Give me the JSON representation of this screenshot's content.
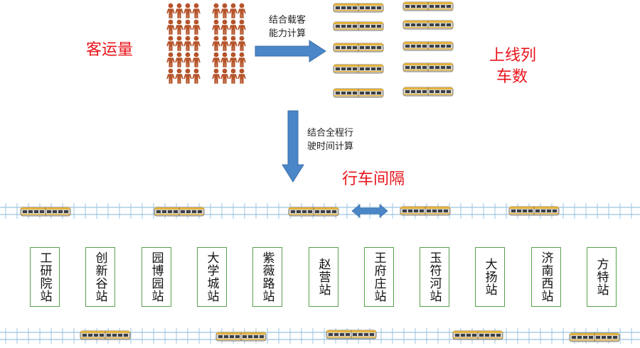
{
  "labels": {
    "passenger_volume": "客运量",
    "trains_online_line1": "上线列",
    "trains_online_line2": "车数",
    "headway": "行车间隔",
    "calc_capacity_line1": "结合载客",
    "calc_capacity_line2": "能力计算",
    "calc_runtime_line1": "结合全程行",
    "calc_runtime_line2": "驶时间计算"
  },
  "stations": [
    "工研院站",
    "创新谷站",
    "园博园站",
    "大学城站",
    "紫薇路站",
    "赵营站",
    "王府庄站",
    "玉符河站",
    "大扬站",
    "济南西站",
    "方特站"
  ],
  "colors": {
    "label_red": "#e8141b",
    "arrow_blue": "#4a86c8",
    "person_brown": "#b5542a",
    "station_border": "#55a04a",
    "track_grid": "#9cc3e0"
  },
  "icons": {
    "person": "person-figure-icon",
    "train": "train-icon",
    "arrow_right": "arrow-right-icon",
    "arrow_down": "arrow-down-icon",
    "arrow_both": "double-arrow-icon"
  }
}
